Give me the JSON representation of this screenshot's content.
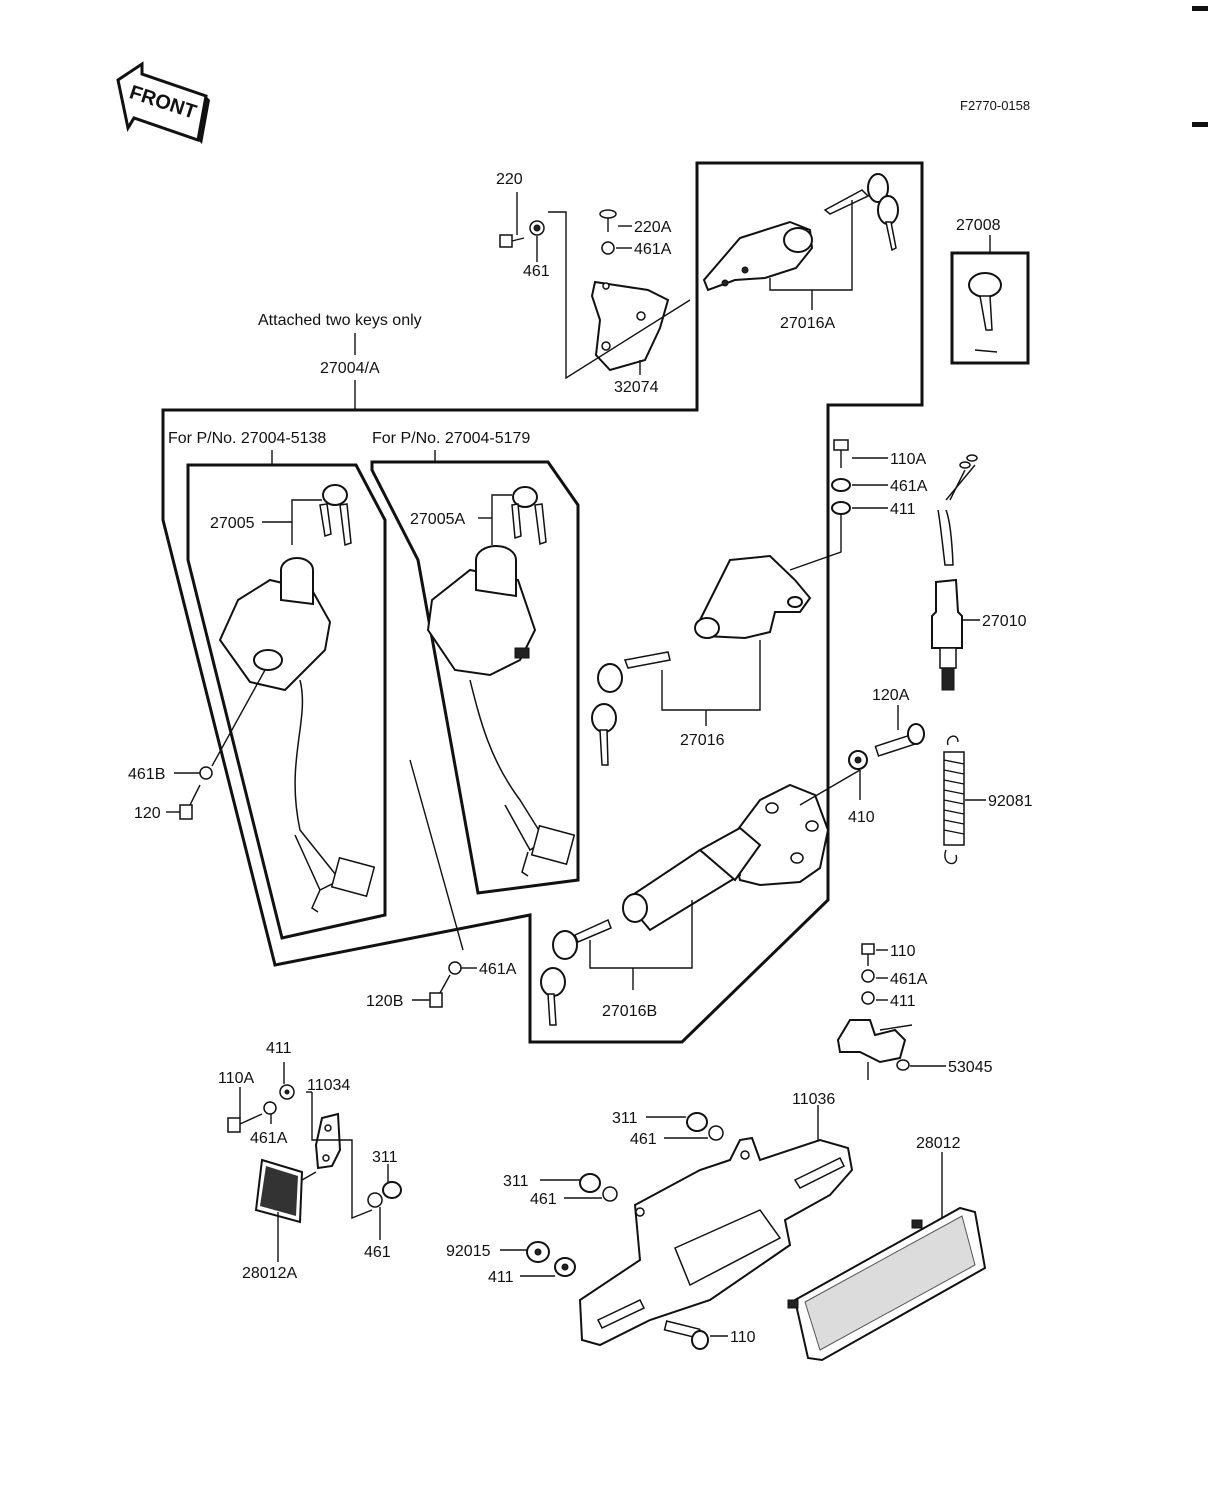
{
  "header": {
    "front_label": "FRONT",
    "figure_code": "F2770-0158"
  },
  "notes": {
    "attached_two_keys": "Attached two keys only",
    "for_5138": "For P/No. 27004-5138",
    "for_5179": "For P/No. 27004-5179"
  },
  "labels": {
    "l220": "220",
    "l220A": "220A",
    "l461A_top": "461A",
    "l461_top": "461",
    "l32074": "32074",
    "l27016A": "27016A",
    "l27008": "27008",
    "l27004A": "27004/A",
    "l27005": "27005",
    "l27005A": "27005A",
    "l461B": "461B",
    "l120": "120",
    "l110A_r": "110A",
    "l461A_r": "461A",
    "l411_r": "411",
    "l27010": "27010",
    "l27016": "27016",
    "l120A": "120A",
    "l410": "410",
    "l92081": "92081",
    "l461A_c": "461A",
    "l120B": "120B",
    "l27016B": "27016B",
    "l110_r2": "110",
    "l461A_r2": "461A",
    "l411_r2": "411",
    "l53045": "53045",
    "l411_bl": "411",
    "l110A_bl": "110A",
    "l11034": "11034",
    "l461A_bl": "461A",
    "l311_bl": "311",
    "l461_bl": "461",
    "l28012A": "28012A",
    "l311_a": "311",
    "l461_a": "461",
    "l11036": "11036",
    "l311_b": "311",
    "l461_b": "461",
    "l92015": "92015",
    "l411_b": "411",
    "l110_b": "110",
    "l28012": "28012"
  }
}
